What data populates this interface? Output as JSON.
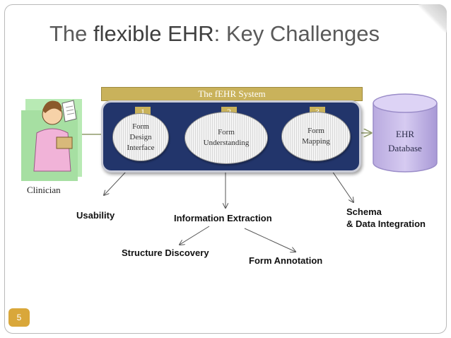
{
  "slide": {
    "title_prefix": "The ",
    "title_emphasis": "flexible EHR",
    "title_suffix": ": Key Challenges",
    "page_number": "5"
  },
  "system": {
    "label": "The fEHR System",
    "steps": [
      {
        "number": "1",
        "label": "Form\nDesign\nInterface"
      },
      {
        "number": "2",
        "label": "Form\nUnderstanding"
      },
      {
        "number": "3",
        "label": "Form\nMapping"
      }
    ]
  },
  "database": {
    "label": "EHR\nDatabase",
    "icon": "database-cylinder-icon"
  },
  "clinician": {
    "label": "Clinician",
    "icon": "nurse-clipart-icon"
  },
  "challenges": {
    "usability": "Usability",
    "information_extraction": "Information Extraction",
    "schema_line1": "Schema",
    "schema_line2": "& Data Integration",
    "structure_discovery": "Structure Discovery",
    "form_annotation": "Form Annotation"
  },
  "colors": {
    "system_box": "#22356b",
    "label_bar": "#c9b25b",
    "database": "#c7b9ea",
    "arrow": "#8f9a6a"
  }
}
